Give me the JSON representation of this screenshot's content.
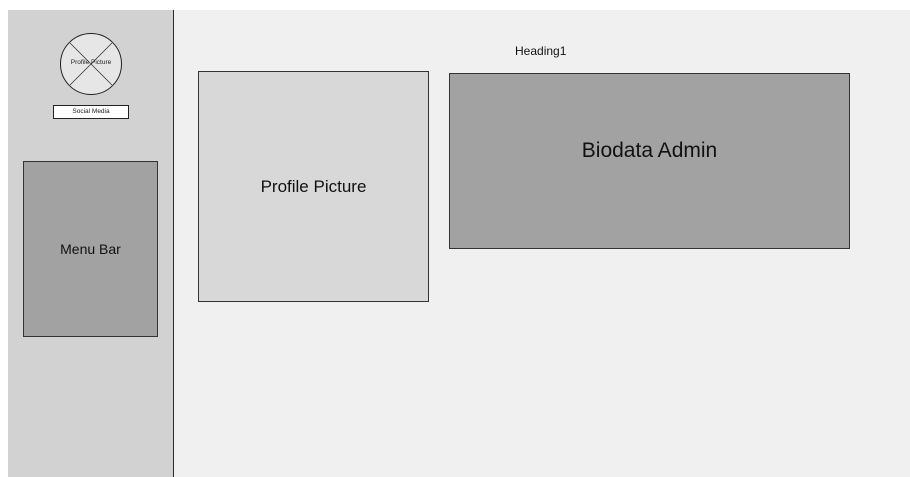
{
  "sidebar": {
    "avatar_label": "Profile Picture",
    "social_media_label": "Social Media",
    "menu_bar_label": "Menu Bar"
  },
  "main": {
    "heading": "Heading1",
    "profile_picture_label": "Profile Picture",
    "biodata_label": "Biodata Admin"
  },
  "colors": {
    "sidebar_bg": "#d2d2d2",
    "content_bg": "#f0f0f0",
    "dark_box": "#a2a2a2",
    "light_box": "#d8d8d8"
  }
}
